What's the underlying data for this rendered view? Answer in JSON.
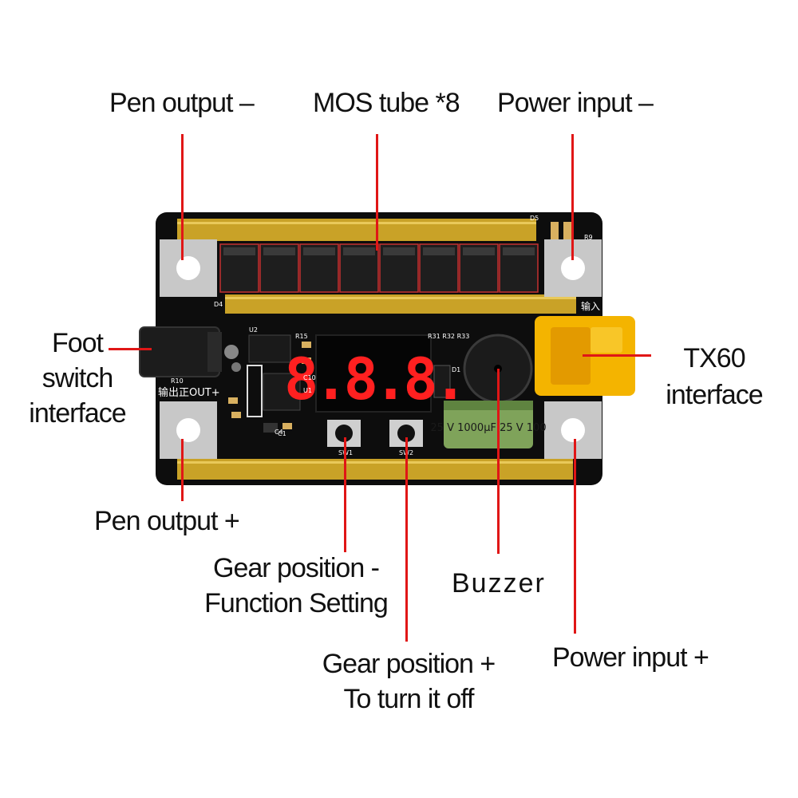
{
  "labels": {
    "pen_output_minus": "Pen output  –",
    "mos_tube": "MOS tube *8",
    "power_input_minus": "Power input  –",
    "foot_switch": [
      "Foot",
      "switch",
      "interface"
    ],
    "tx60": [
      "TX60",
      "interface"
    ],
    "pen_output_plus": "Pen output +",
    "gear_function": [
      "Gear position -",
      "Function Setting"
    ],
    "buzzer": "Buzzer",
    "gear_off": [
      "Gear position +",
      "To turn it off"
    ],
    "power_input_plus": "Power input +"
  },
  "board": {
    "display": "8.8.8.",
    "silkscreen": {
      "out_plus": "输出正OUT+",
      "input": "输入",
      "u1": "U1",
      "u2": "U2",
      "d1": "D1",
      "d4": "D4",
      "d5": "D5",
      "r9": "R9",
      "r10": "R10",
      "r15": "R15",
      "r31": "R31 R32 R33",
      "c1": "C1",
      "c4": "C4",
      "c10": "C10",
      "sw1": "SW1",
      "sw2": "SW2"
    },
    "capacitor_text": "25 V  1000µF  25 V  100"
  },
  "colors": {
    "leader_line": "#e01616",
    "pcb": "#0d0d0d",
    "copper_bar": "#c9a227",
    "pad": "#c8c8c8",
    "display_red": "#ff2020",
    "connector_yellow": "#f4b400",
    "capacitor_green": "#7fa35a"
  }
}
